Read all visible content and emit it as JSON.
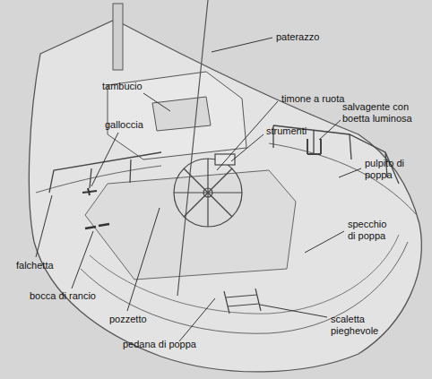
{
  "diagram": {
    "labels": [
      "paterazzo",
      "tambucio",
      "timone a ruota",
      "galloccia",
      "strumenti",
      "salvagente con boetta luminosa",
      "pulpito di poppa",
      "specchio di poppa",
      "falchetta",
      "bocca di rancio",
      "pozzetto",
      "scaletta pieghevole",
      "pedana di poppa"
    ]
  }
}
